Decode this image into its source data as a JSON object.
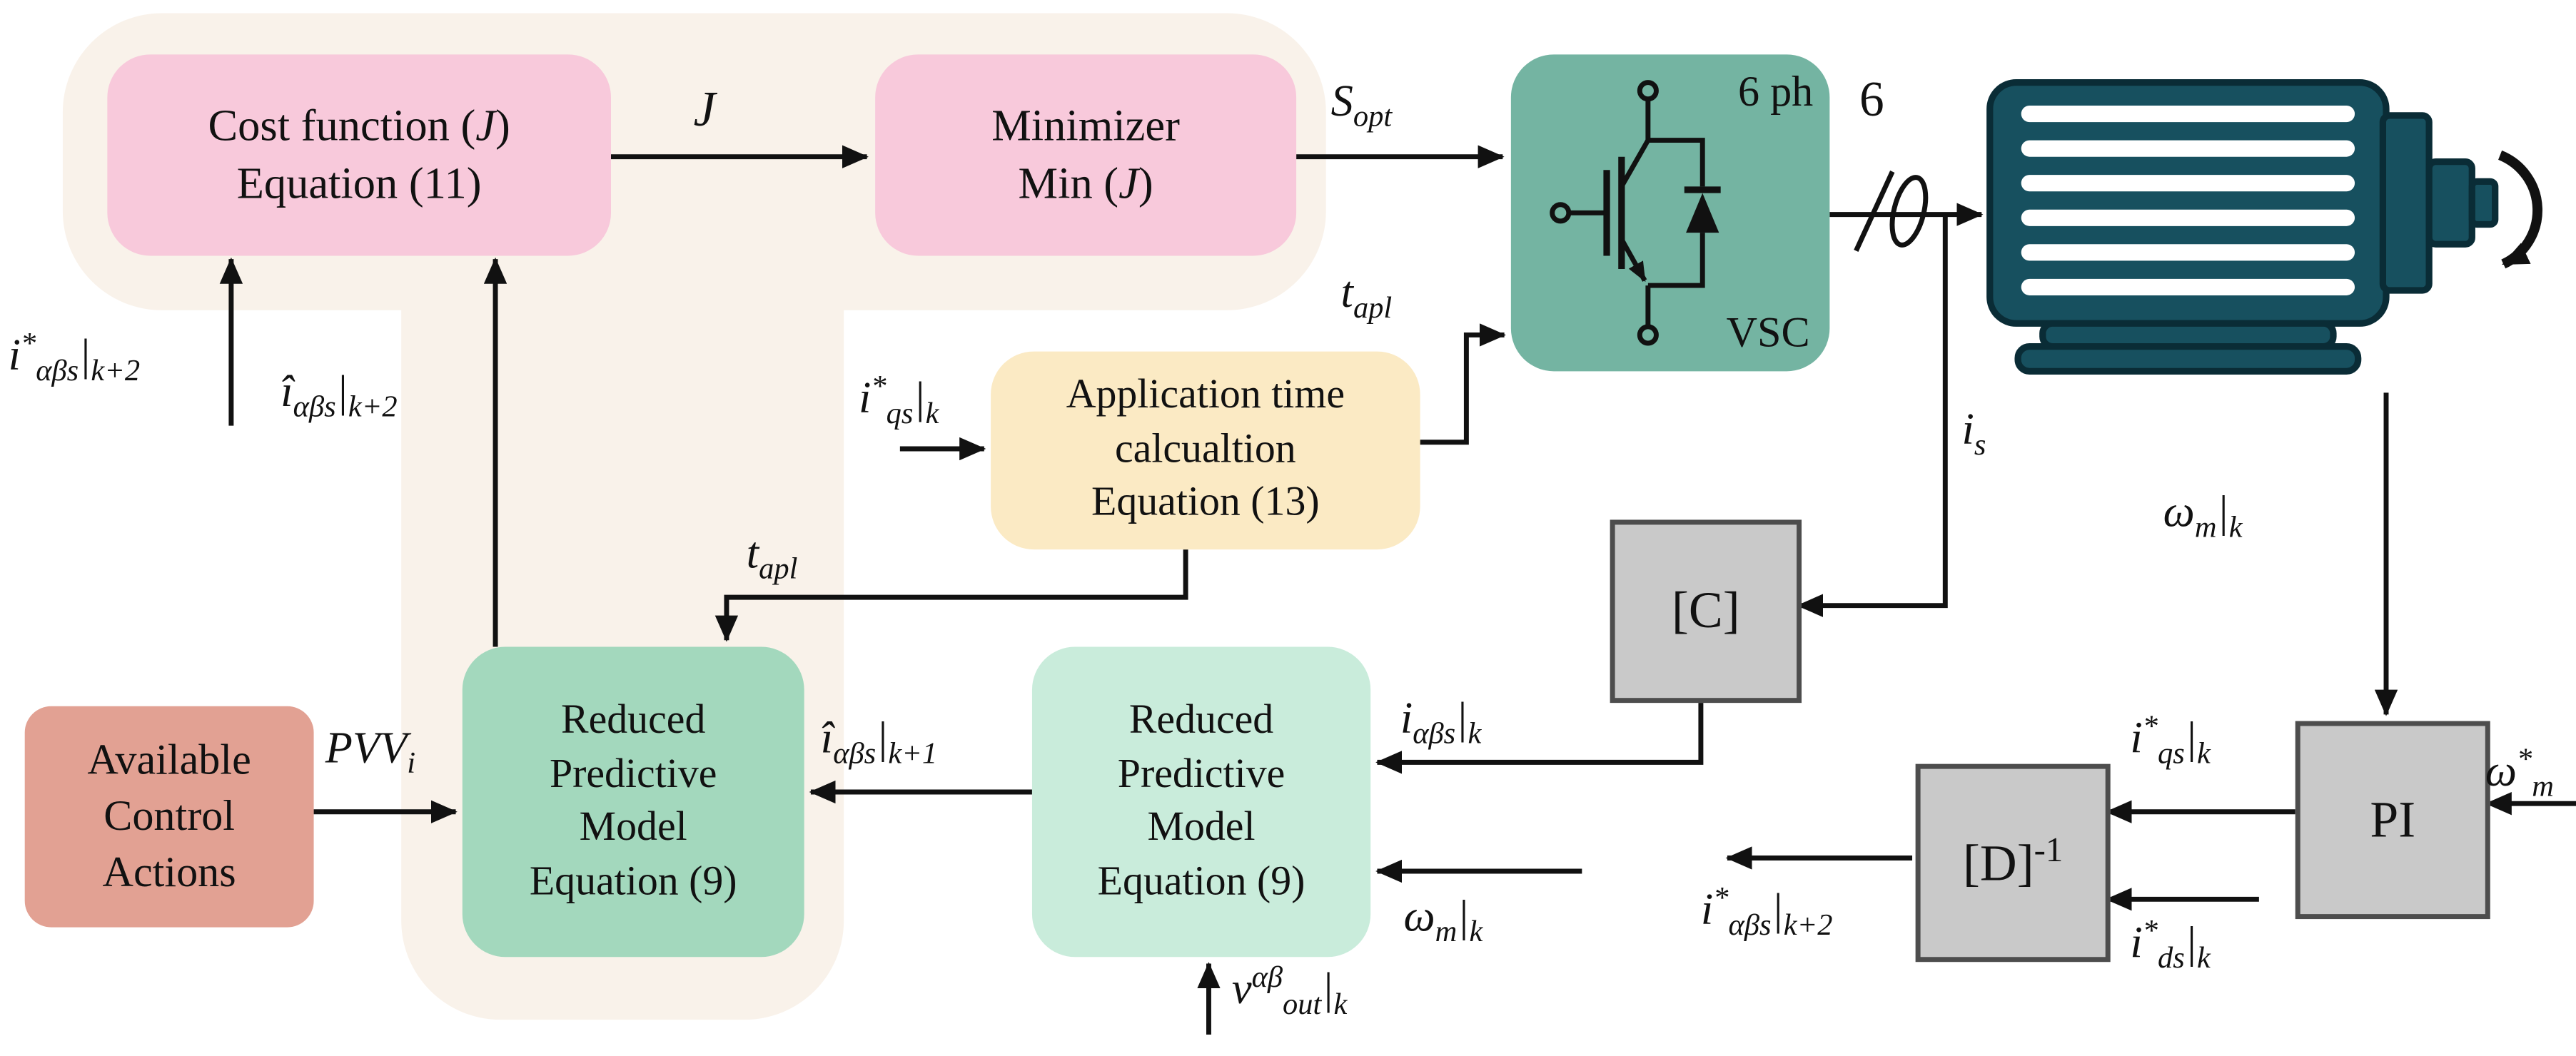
{
  "diagram": {
    "blocks": {
      "cost_function": {
        "label": "Cost function (*J*)\nEquation (11)"
      },
      "minimizer": {
        "label": "Minimizer\nMin (*J*)"
      },
      "app_time": {
        "label": "Application time\ncalcualtion\nEquation (13)"
      },
      "vsc": {
        "label_phases": "6 ph",
        "label_name": "VSC"
      },
      "rpm_left": {
        "label": "Reduced\nPredictive\nModel\nEquation (9)"
      },
      "rpm_right": {
        "label": "Reduced\nPredictive\nModel\nEquation (9)"
      },
      "available_actions": {
        "label": "Available\nControl\nActions"
      },
      "c_matrix": {
        "label": "[C]"
      },
      "d_matrix_inv": {
        "label": "[D]^{-1}"
      },
      "pi": {
        "label": "PI"
      }
    },
    "signals": {
      "ref_current_k2": "i^{*}_{αβs}|_{k+2}",
      "pred_current_k2": "î_{αβs}|_{k+2}",
      "cost_J": "J",
      "s_opt": "S_{opt}",
      "t_apl_top": "t_{apl}",
      "iqs_ref_in": "i^{*}_{qs}|_{k}",
      "t_apl_fb": "t_{apl}",
      "phase_count": "6",
      "i_s": "i_{s}",
      "omega_m_k_motor": "ω_{m}|_{k}",
      "pvv_i": "PVV_{i}",
      "pred_current_k1": "î_{αβs}|_{k+1}",
      "i_alphabeta_k": "i_{αβs}|_{k}",
      "omega_m_k_in": "ω_{m}|_{k}",
      "v_out": "v^{αβ}_{out}|_{k}",
      "iqs_ref_pi": "i^{*}_{qs}|_{k}",
      "omega_m_ref": "ω^{*}_{m}",
      "i_alphabeta_ref_k2": "i^{*}_{αβs}|_{k+2}",
      "ids_ref": "i^{*}_{ds}|_{k}"
    },
    "colors": {
      "pink": "#f8c9db",
      "cream_bg": "#f9f2ea",
      "yellow": "#fbeac4",
      "teal": "#74b4a2",
      "green_dark": "#a3d8bd",
      "green_light": "#c9ecdb",
      "salmon": "#e2a193",
      "gray": "#c9c9c9",
      "motor": "#17505f"
    }
  }
}
